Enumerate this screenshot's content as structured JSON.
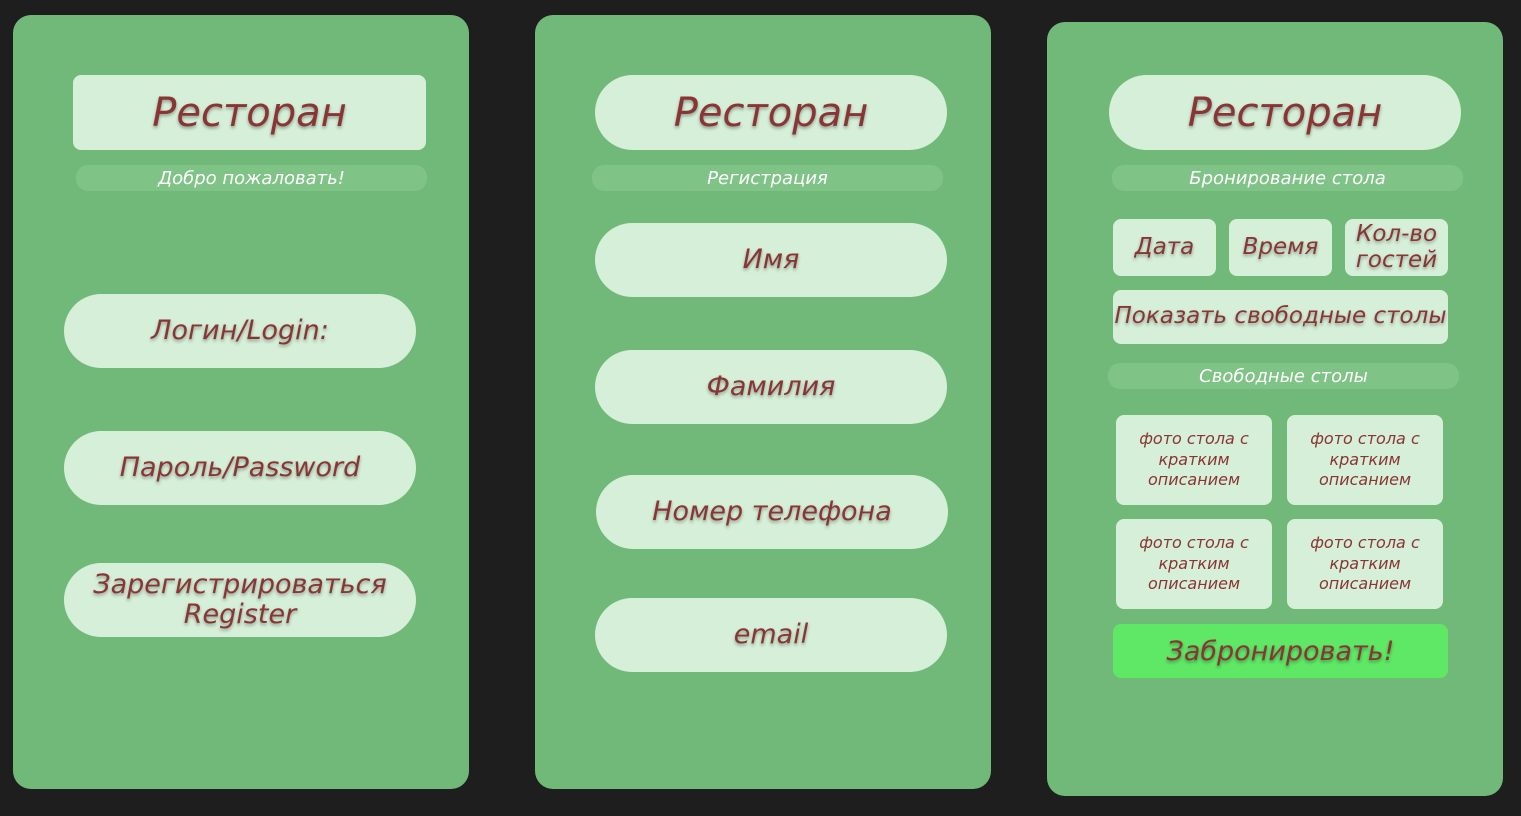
{
  "login_screen": {
    "title": "Ресторан",
    "subtitle": "Добро пожаловать!",
    "login_field": "Логин/Login:",
    "password_field": "Пароль/Password",
    "register_line1": "Зарегистрироваться",
    "register_line2": "Register"
  },
  "registration_screen": {
    "title": "Ресторан",
    "subtitle": "Регистрация",
    "first_name": "Имя",
    "last_name": "Фамилия",
    "phone": "Номер телефона",
    "email": "email"
  },
  "booking_screen": {
    "title": "Ресторан",
    "subtitle": "Бронирование стола",
    "date_button": "Дата",
    "time_button": "Время",
    "guests_line1": "Кол-во",
    "guests_line2": "гостей",
    "show_tables_button": "Показать свободные столы",
    "free_tables_label": "Свободные столы",
    "table_cards": [
      "фото стола с кратким описанием",
      "фото стола с кратким описанием",
      "фото стола с кратким описанием",
      "фото стола с кратким описанием"
    ],
    "book_button": "Забронировать!"
  },
  "colors": {
    "background": "#1e1e1e",
    "panel": "#70b978",
    "box": "#d6efd8",
    "text": "#8a3535",
    "book_button": "#5fe866"
  }
}
